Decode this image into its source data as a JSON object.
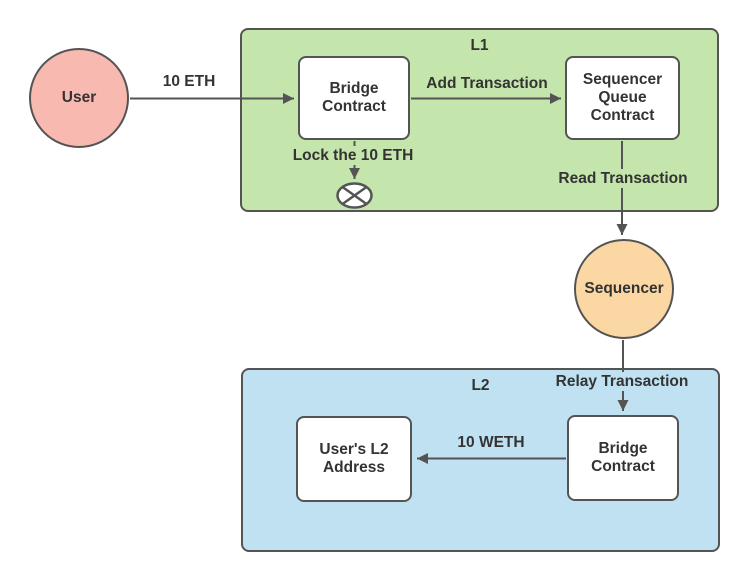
{
  "colors": {
    "canvas_bg": "#ffffff",
    "l1_fill": "#c4e5ab",
    "l2_fill": "#bfe1f2",
    "user_fill": "#f8b9b0",
    "sequencer_fill": "#fad7a3",
    "node_fill": "#ffffff",
    "stroke": "#545454",
    "text": "#333333"
  },
  "nodes": {
    "user": {
      "label": "User"
    },
    "l1_container": {
      "label": "L1"
    },
    "l1_bridge_contract": {
      "label": "Bridge Contract"
    },
    "sequencer_queue_contract": {
      "label": "Sequencer Queue Contract"
    },
    "sequencer": {
      "label": "Sequencer"
    },
    "l2_container": {
      "label": "L2"
    },
    "l2_bridge_contract": {
      "label": "Bridge Contract"
    },
    "users_l2_address": {
      "label": "User's L2 Address"
    }
  },
  "edges": {
    "user_to_l1_bridge": {
      "label": "10 ETH"
    },
    "l1_bridge_to_queue": {
      "label": "Add Transaction"
    },
    "l1_bridge_lock": {
      "label": "Lock the 10 ETH"
    },
    "queue_to_sequencer": {
      "label": "Read Transaction"
    },
    "sequencer_to_l2_bridge": {
      "label": "Relay Transaction"
    },
    "l2_bridge_to_address": {
      "label": "10 WETH"
    }
  }
}
